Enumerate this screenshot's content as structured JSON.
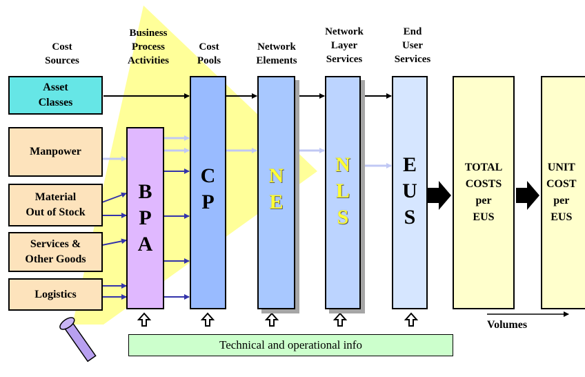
{
  "headers": {
    "cost_sources": "Cost\nSources",
    "bpa": "Business\nProcess\nActivities",
    "cost_pools": "Cost\nPools",
    "network_elements": "Network\nElements",
    "nls": "Network\nLayer\nServices",
    "eus": "End\nUser\nServices"
  },
  "sources": {
    "asset_classes": "Asset\nClasses",
    "manpower": "Manpower",
    "material": "Material\nOut of Stock",
    "services": "Services &\nOther Goods",
    "logistics": "Logistics"
  },
  "columns": {
    "bpa": [
      "B",
      "P",
      "A"
    ],
    "cp": [
      "C",
      "P"
    ],
    "ne": [
      "N",
      "E"
    ],
    "nls": [
      "N",
      "L",
      "S"
    ],
    "eus": [
      "E",
      "U",
      "S"
    ]
  },
  "results": {
    "total": "TOTAL\nCOSTS\nper\nEUS",
    "unit": "UNIT\nCOST\nper\nEUS"
  },
  "footer": {
    "info": "Technical and operational info",
    "volumes": "Volumes"
  },
  "colors": {
    "beam": "#ffff99",
    "source_fill": "#fde3bc",
    "asset_fill": "#66e6e6",
    "bpa_fill": "#e0b8ff",
    "cp_fill": "#99bbff",
    "ne_fill": "#a8c8ff",
    "nls_fill": "#bcd4ff",
    "eus_fill": "#d6e6ff",
    "result_fill": "#ffffcc",
    "info_fill": "#ccffcc",
    "blue_arrow": "#3333aa"
  }
}
